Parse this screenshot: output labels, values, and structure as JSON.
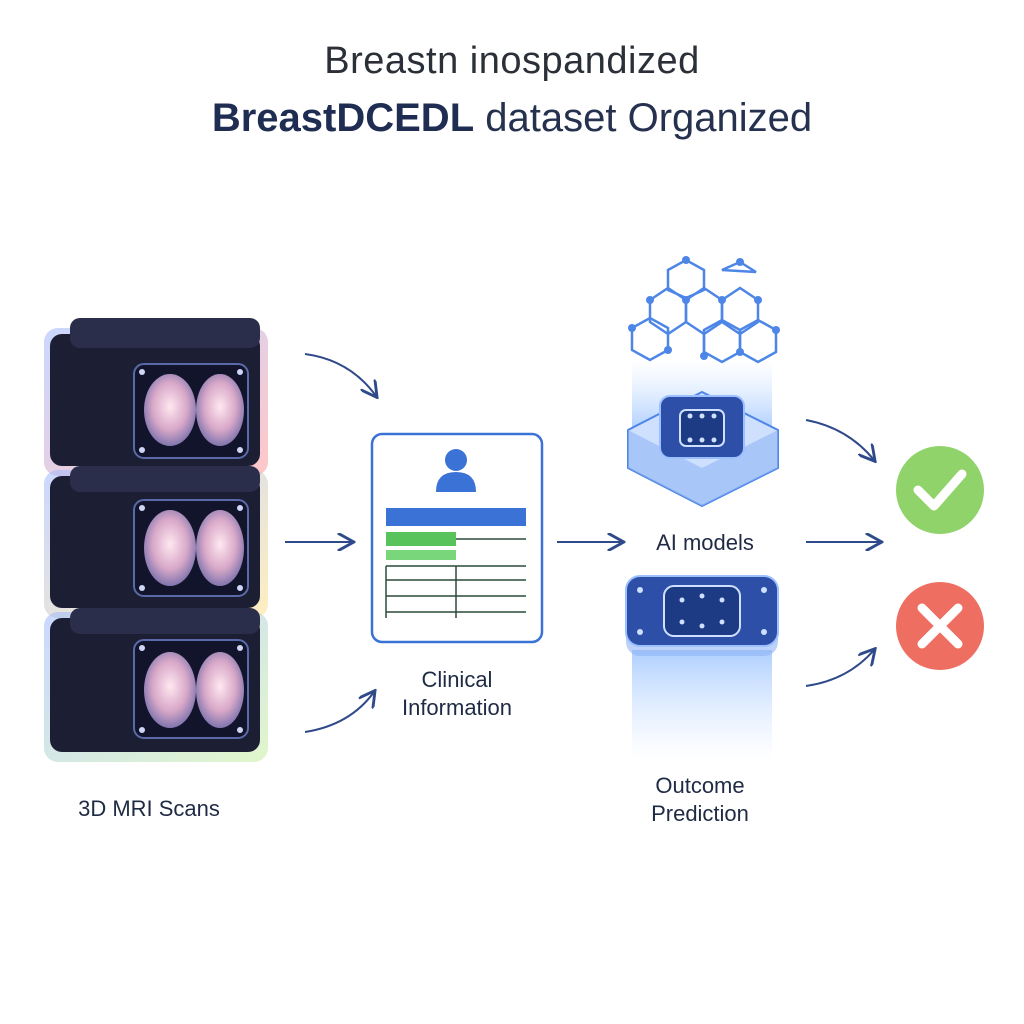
{
  "title": {
    "line1": "Breastn inospandized",
    "line2_bold": "BreastDCEDL",
    "line2_rest": "dataset  Organized"
  },
  "labels": {
    "mri": "3D MRI Scans",
    "clinical_line1": "Clinical",
    "clinical_line2": "Information",
    "ai": "AI models",
    "outcome_line1": "Outcome",
    "outcome_line2": "Prediction"
  },
  "colors": {
    "arrow": "#2f4a8a",
    "accent_blue": "#3b72d6",
    "accent_green": "#58c35a",
    "check_green": "#8fd36a",
    "cross_red": "#ee6f62",
    "chip_blue": "#2d4fa8"
  },
  "icons": [
    "mri-cube-icon",
    "person-icon",
    "neural-network-icon",
    "ai-chip-icon",
    "check-icon",
    "cross-icon"
  ]
}
